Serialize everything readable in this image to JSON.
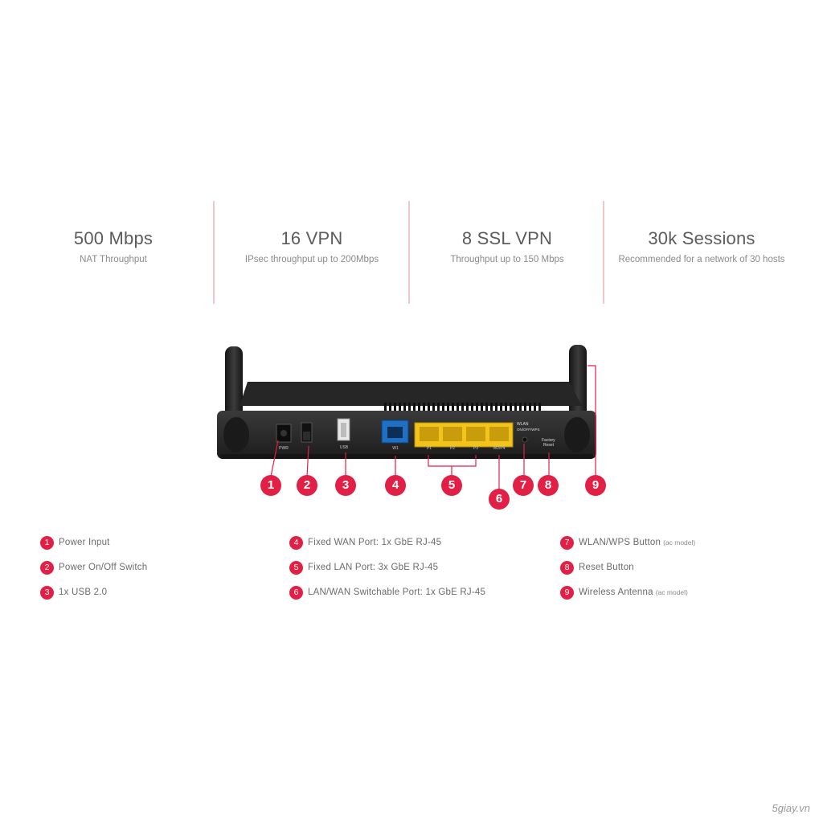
{
  "stats": [
    {
      "value": "500 Mbps",
      "label": "NAT Throughput"
    },
    {
      "value": "16 VPN",
      "label": "IPsec throughput up to 200Mbps"
    },
    {
      "value": "8 SSL VPN",
      "label": "Throughput up to 150 Mbps"
    },
    {
      "value": "30k Sessions",
      "label": "Recommended for a network of 30 hosts"
    }
  ],
  "device_labels": {
    "pwr": "PWR",
    "usb": "USB",
    "wan": "W1",
    "p1": "P1",
    "p2": "P2",
    "p3": "P3",
    "w2p4": "W2/P4",
    "wlan_line1": "WLAN",
    "wlan_line2": "ON/OFF/WPS",
    "reset_line1": "Factory",
    "reset_line2": "Reset"
  },
  "callouts": [
    "1",
    "2",
    "3",
    "4",
    "5",
    "6",
    "7",
    "8",
    "9"
  ],
  "legend": [
    {
      "num": "1",
      "text": "Power Input",
      "note": ""
    },
    {
      "num": "2",
      "text": "Power On/Off Switch",
      "note": ""
    },
    {
      "num": "3",
      "text": "1x USB 2.0",
      "note": ""
    },
    {
      "num": "4",
      "text": "Fixed WAN Port: 1x GbE RJ-45",
      "note": ""
    },
    {
      "num": "5",
      "text": "Fixed LAN Port: 3x GbE RJ-45",
      "note": ""
    },
    {
      "num": "6",
      "text": "LAN/WAN Switchable Port: 1x GbE RJ-45",
      "note": ""
    },
    {
      "num": "7",
      "text": "WLAN/WPS Button",
      "note": "(ac model)"
    },
    {
      "num": "8",
      "text": "Reset Button",
      "note": ""
    },
    {
      "num": "9",
      "text": "Wireless Antenna",
      "note": "(ac model)"
    }
  ],
  "colors": {
    "accent": "#e21f45",
    "lan_port": "#f2c31b",
    "wan_port": "#1f6fc4",
    "device_body": "#2a2a2a"
  },
  "watermark": "5giay.vn"
}
